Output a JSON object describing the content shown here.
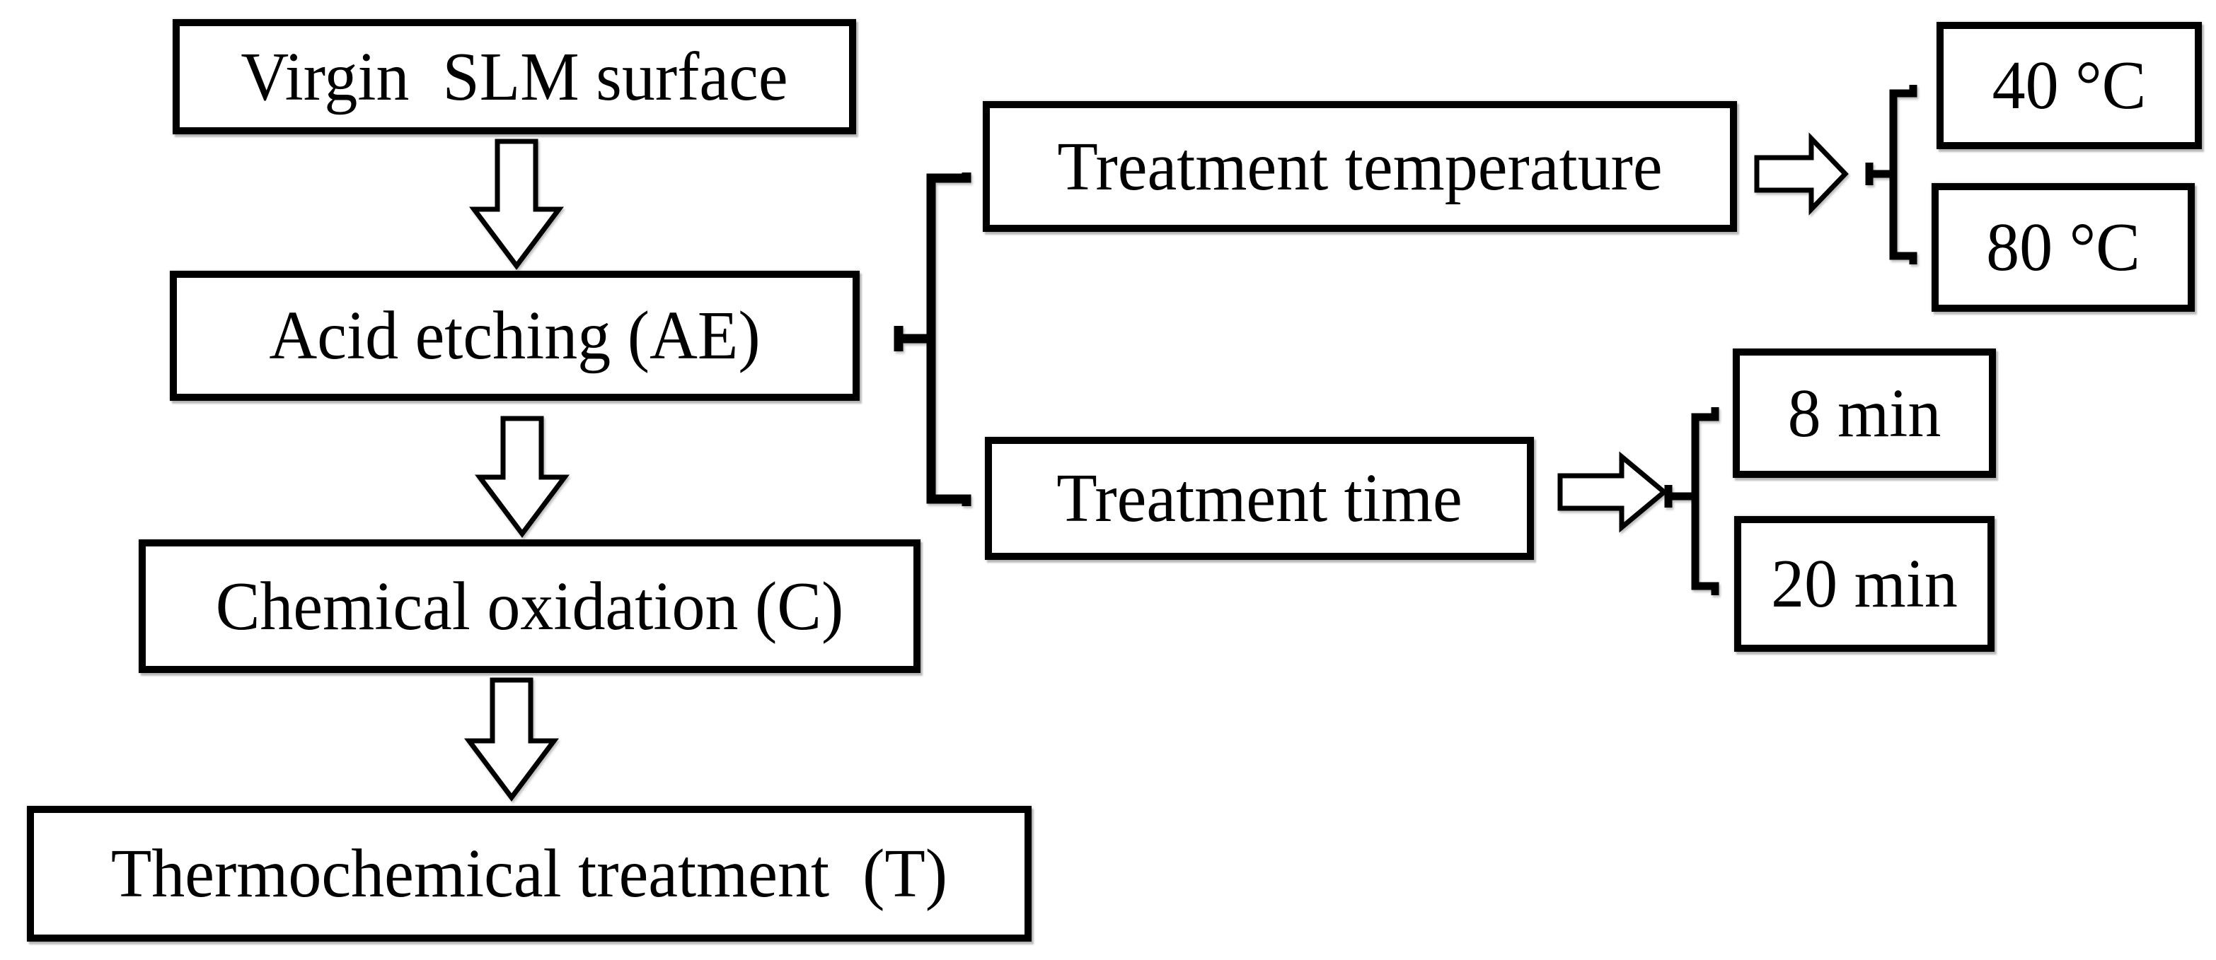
{
  "figure": {
    "background_color": "#ffffff",
    "line_color": "#000000",
    "box_fill_color": "#ffffff",
    "process_steps": [
      {
        "label": "Virgin  SLM surface"
      },
      {
        "label": "Acid etching (AE)"
      },
      {
        "label": "Chemical oxidation (C)"
      },
      {
        "label": "Thermochemical treatment  (T)"
      }
    ],
    "acid_etching_parameters": [
      {
        "label": "Treatment temperature",
        "options": [
          {
            "label": "40 °C"
          },
          {
            "label": "80 °C"
          }
        ]
      },
      {
        "label": "Treatment time",
        "options": [
          {
            "label": "8 min"
          },
          {
            "label": "20 min"
          }
        ]
      }
    ]
  }
}
